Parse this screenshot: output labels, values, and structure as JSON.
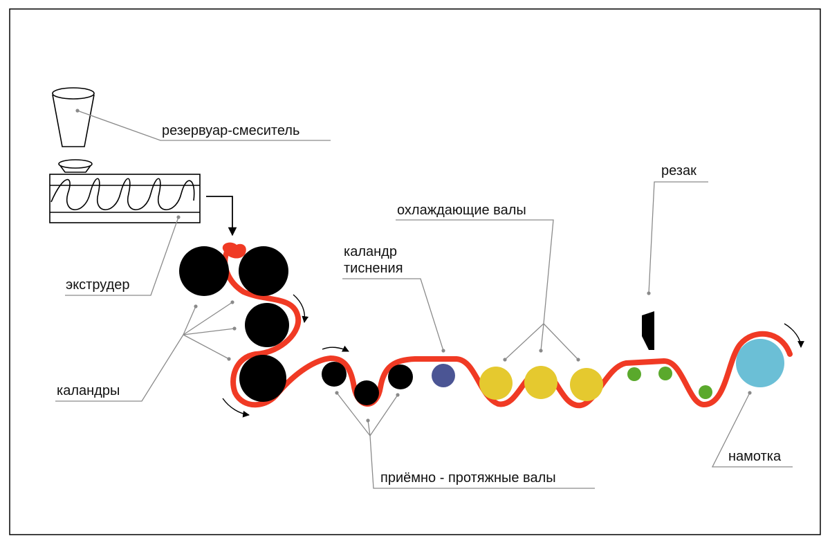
{
  "labels": {
    "mixer": "резервуар-смеситель",
    "extruder": "экструдер",
    "calenders": "каландры",
    "embossing_line1": "каландр",
    "embossing_line2": "тиснения",
    "cooling": "охлаждающие валы",
    "cutter": "резак",
    "pulling": "приёмно - протяжные валы",
    "winding": "намотка"
  },
  "colors": {
    "film": "#f03a24",
    "roll": "#000000",
    "embossing_roll": "#4b5594",
    "cooling_roll": "#e5c92f",
    "cutter_guide_roll": "#5aa92c",
    "winding_roll": "#6bbfd6",
    "leader": "#8a8a8a"
  }
}
